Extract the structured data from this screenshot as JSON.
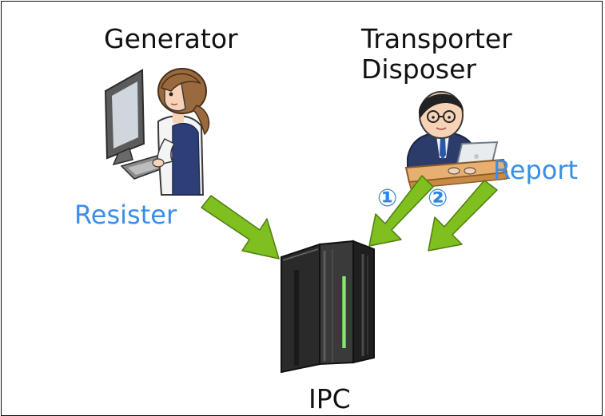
{
  "roles": {
    "generator": "Generator",
    "transporter": "Transporter",
    "disposer": "Disposer"
  },
  "actions": {
    "register": "Resister",
    "report": "Report",
    "step1": "①",
    "step2": "②"
  },
  "server": {
    "label": "IPC"
  },
  "colors": {
    "arrow": "#7fbf1f",
    "arrow_edge": "#4f7d10",
    "action_text": "#3a8ee6",
    "server_accent": "#5fb84a"
  },
  "icons": {
    "generator": "woman-at-computer-icon",
    "transporter": "man-at-laptop-icon",
    "server": "server-tower-icon"
  }
}
